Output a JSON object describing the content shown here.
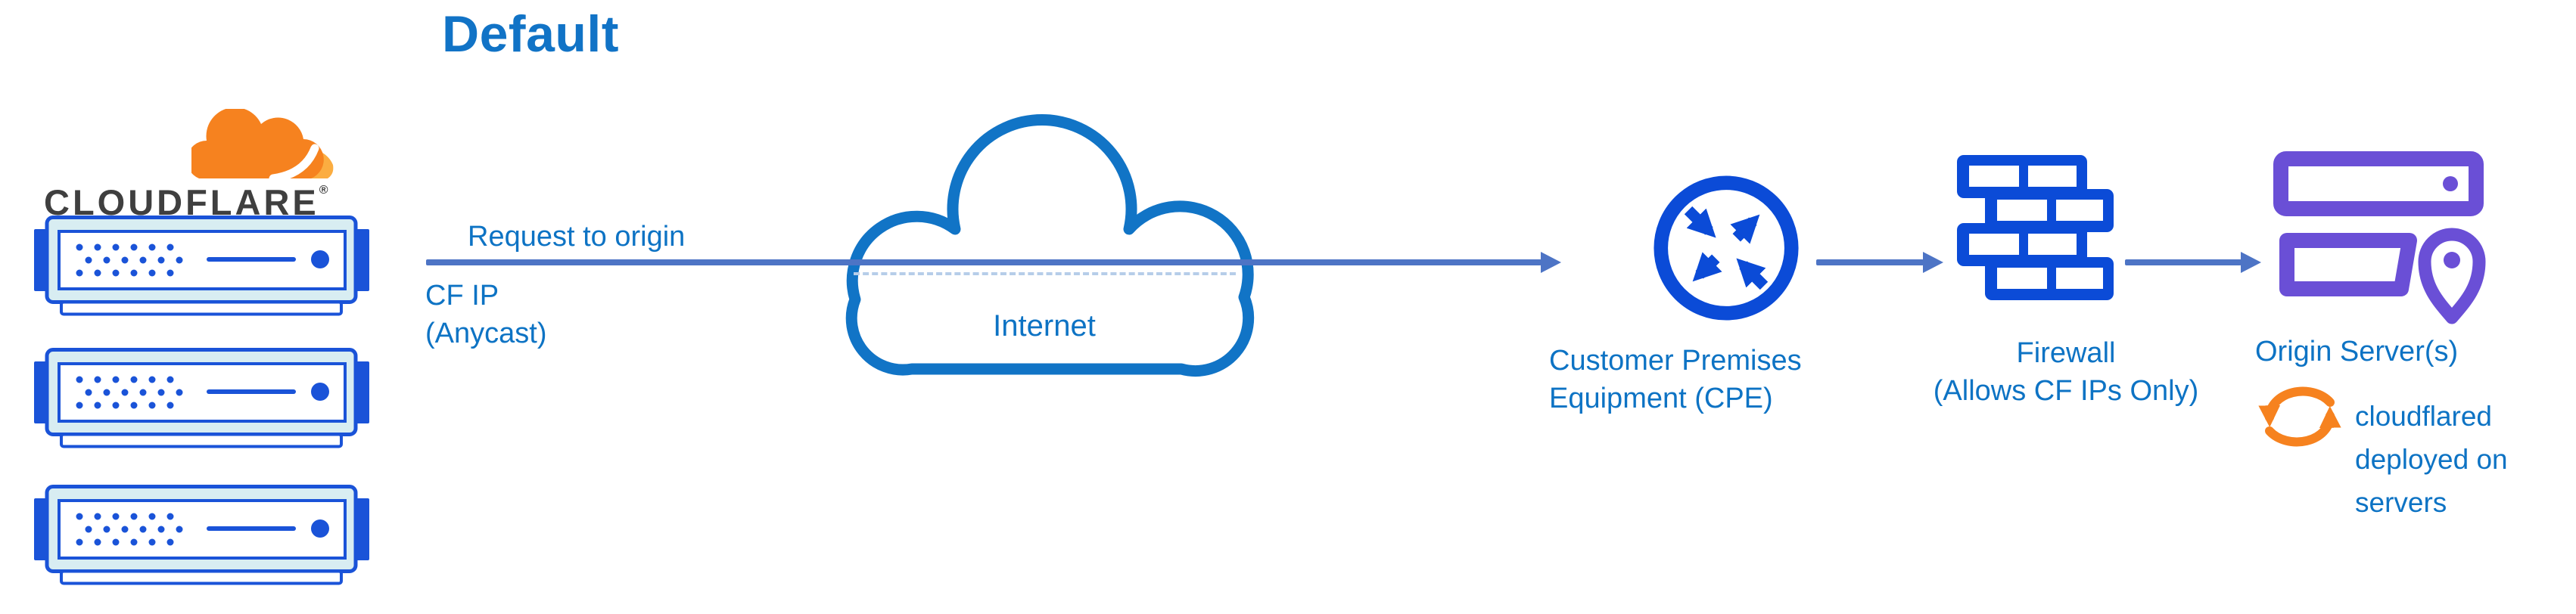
{
  "title": "Default",
  "logo": {
    "wordmark": "CLOUDFLARE",
    "registered": "®"
  },
  "flow": {
    "request_label": "Request to origin",
    "cf_ip": {
      "line1": "CF IP",
      "line2": "(Anycast)"
    },
    "internet_label": "Internet"
  },
  "nodes": {
    "cpe": {
      "line1": "Customer Premises",
      "line2": "Equipment (CPE)"
    },
    "firewall": {
      "line1": "Firewall",
      "line2": "(Allows CF IPs Only)"
    },
    "origin": {
      "label": "Origin Server(s)"
    },
    "cloudflared": {
      "line1": "cloudflared",
      "line2": "deployed on",
      "line3": "servers"
    }
  },
  "colors": {
    "text_blue": "#0d73c4",
    "title_blue": "#1173c6",
    "icon_blue": "#0b4bd7",
    "server_blue": "#1a53d8",
    "server_fill": "#d8edf2",
    "cloud_stroke": "#1174c6",
    "arrow_blue": "#4d74c5",
    "dashed_blue": "#b6cde9",
    "origin_purple": "#6a4fd6",
    "cloudflare_orange": "#f6821f",
    "cloudflare_orange_light": "#fbad41",
    "wordmark_dark": "#3f3f3f"
  }
}
